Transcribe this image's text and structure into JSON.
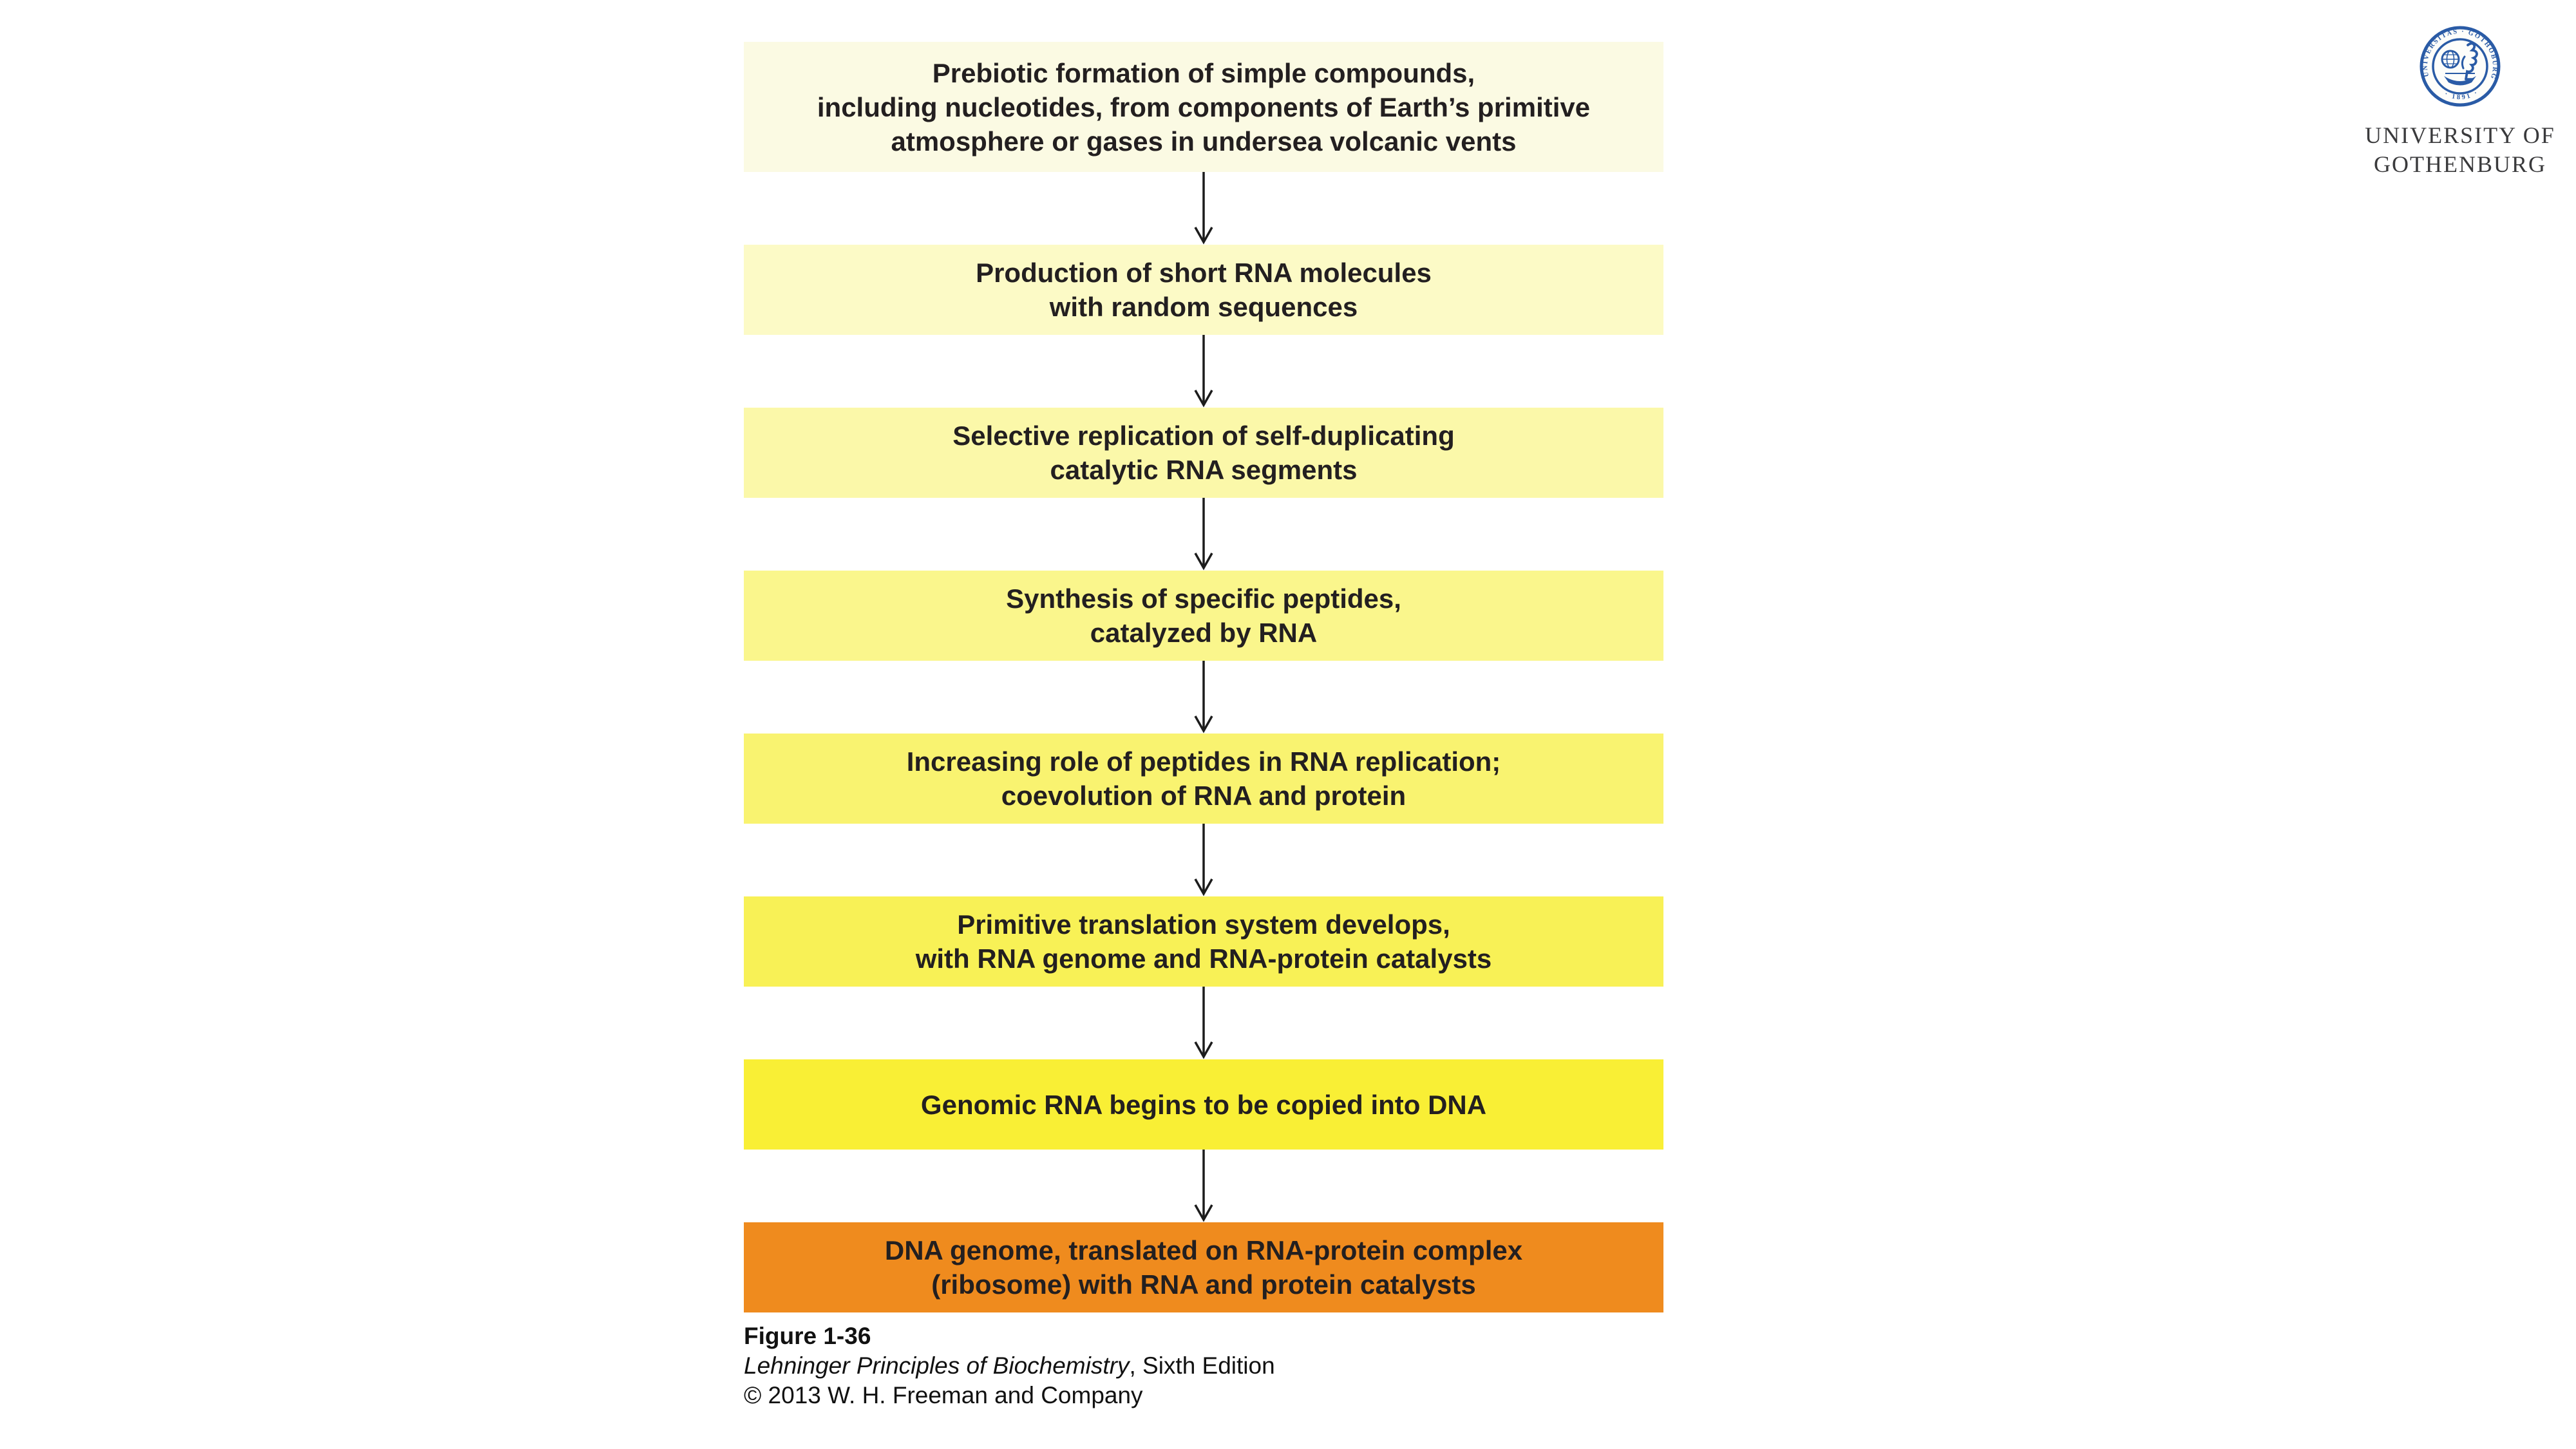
{
  "page": {
    "background": "#ffffff"
  },
  "flowchart": {
    "text_color": "#231f20",
    "arrow_color": "#1c1c1c",
    "steps": [
      {
        "text": "Prebiotic formation of simple compounds,\nincluding nucleotides, from components of Earth’s primitive\natmosphere or gases in undersea volcanic vents",
        "color": "#fbfae3"
      },
      {
        "text": "Production of short RNA molecules\nwith random sequences",
        "color": "#fcfac6"
      },
      {
        "text": "Selective replication of self-duplicating\ncatalytic RNA segments",
        "color": "#fbf8a9"
      },
      {
        "text": "Synthesis of specific peptides,\ncatalyzed by RNA",
        "color": "#faf68c"
      },
      {
        "text": "Increasing role of peptides in RNA replication;\ncoevolution of RNA and protein",
        "color": "#f9f370"
      },
      {
        "text": "Primitive translation system develops,\nwith RNA genome and RNA-protein catalysts",
        "color": "#f8f156"
      },
      {
        "text": "Genomic RNA begins to be copied into DNA",
        "color": "#f9ef35"
      },
      {
        "text": "DNA genome, translated on RNA-protein complex\n(ribosome) with RNA and protein catalysts",
        "color": "#ef8b1e"
      }
    ]
  },
  "caption": {
    "figure_label": "Figure 1-36",
    "book_title": "Lehninger Principles of Biochemistry",
    "edition": ", Sixth Edition",
    "copyright": "© 2013 W. H. Freeman and Company"
  },
  "logo": {
    "seal_color": "#2a5ba6",
    "seal_top_text": "UNIVERSITAS · GOTHOBURGENSIS",
    "seal_bottom_text": "· 1891 ·",
    "text_color": "#3a3a3c",
    "university_line1": "UNIVERSITY OF",
    "university_line2": "GOTHENBURG"
  }
}
